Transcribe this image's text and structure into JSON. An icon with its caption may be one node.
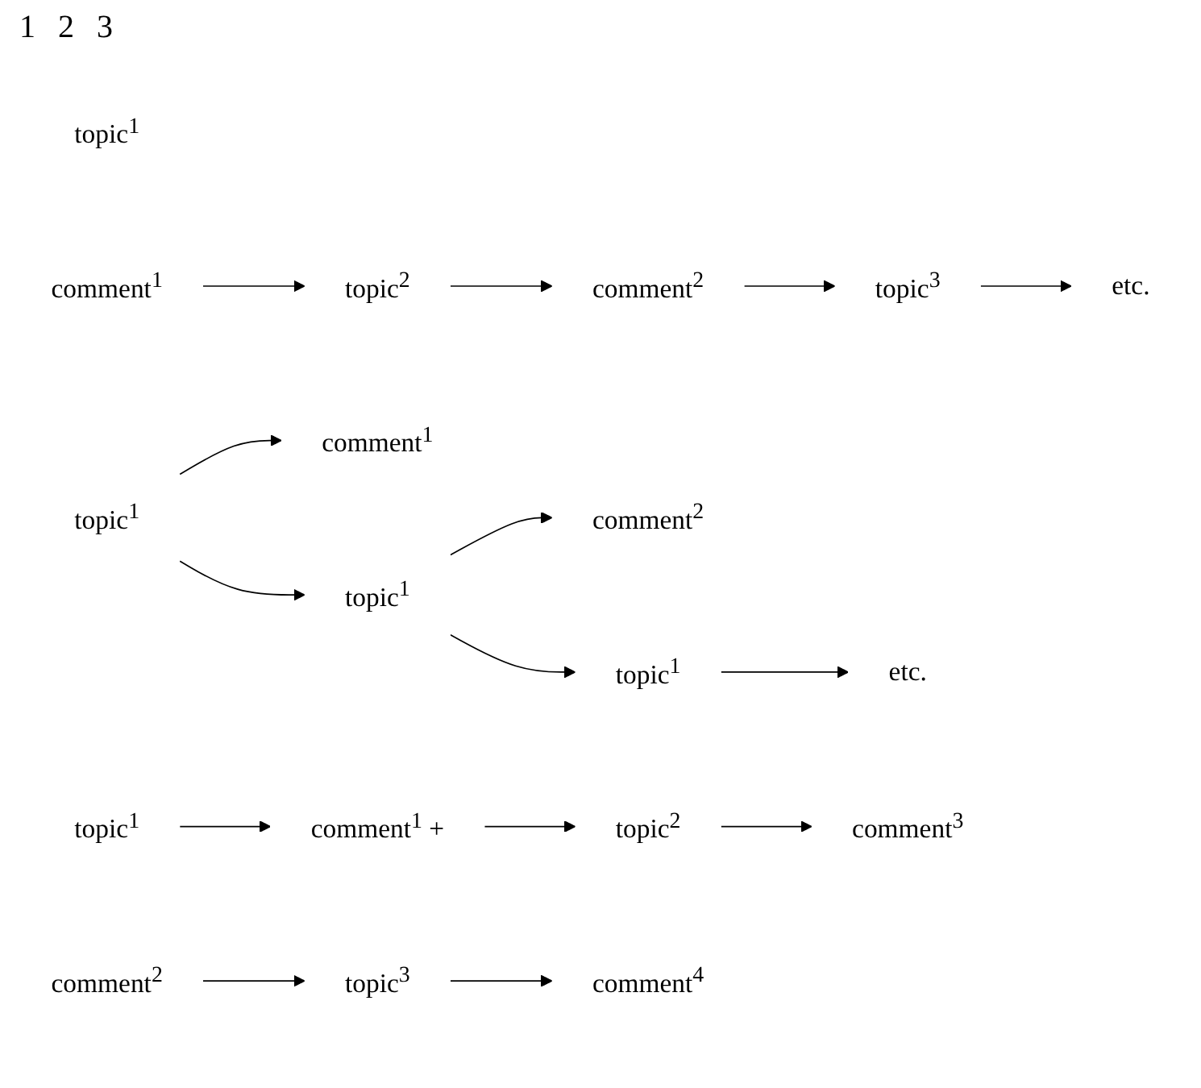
{
  "diagram": {
    "nodes": [
      {
        "text": [
          "topic$^{1}$"
        ]
      },
      {
        "text": [
          "comment$^{1}$"
        ]
      },
      {
        "text": [
          "topic$^{2}$"
        ]
      },
      {
        "text": [
          "comment$^{2}$"
        ]
      },
      {
        "text": [
          "topic$^{3}$"
        ]
      },
      {
        "text": [
          "etc."
        ]
      },
      {
        "text": [
          "topic$^{1}$"
        ]
      },
      {
        "text": [
          "comment$^{1}$"
        ]
      },
      {
        "text": [
          "topic$^{1}$"
        ]
      },
      {
        "text": [
          "comment$^{2}$"
        ]
      },
      {
        "text": [
          "topic$^{1}$"
        ]
      },
      {
        "text": [
          "etc."
        ]
      },
      {
        "text": [
          "topic$^{1}$"
        ]
      },
      {
        "text": [
          "comment$^{1}$ +"
        ]
      },
      {
        "text": [
          "comment$^{2}$"
        ]
      },
      {
        "text": [
          "topic$^{2}$"
        ]
      },
      {
        "text": [
          "comment$^{3}$"
        ]
      },
      {
        "text": [
          "topic$^{3}$"
        ]
      },
      {
        "text": [
          "comment$^{4}$"
        ]
      }
    ],
    "edges": [
      {
        "from": 1,
        "to": 2,
        "arrow": "to"
      },
      {
        "from": 2,
        "to": 3,
        "arrow": "to"
      },
      {
        "from": 3,
        "to": 4,
        "arrow": "to"
      },
      {
        "from": 4,
        "to": 5,
        "arrow": "to"
      },
      {
        "from": 6,
        "to": 7,
        "arrow": "to"
      },
      {
        "from": 6,
        "to": 8,
        "arrow": "to"
      },
      {
        "from": 8,
        "to": 9,
        "arrow": "to"
      },
      {
        "from": 8,
        "to": 10,
        "arrow": "to"
      },
      {
        "from": 10,
        "to": 11,
        "arrow": "to"
      },
      {
        "from": 12,
        "to": 13,
        "arrow": "to"
      },
      {
        "from": 13,
        "to": 15,
        "arrow": "to"
      },
      {
        "from": 15,
        "to": 16,
        "arrow": "to"
      },
      {
        "from": 14,
        "to": 17,
        "arrow": "to"
      },
      {
        "from": 17,
        "to": 18,
        "arrow": "to"
      }
    ],
    "labels": [
      "1",
      "2",
      "3"
    ]
  }
}
